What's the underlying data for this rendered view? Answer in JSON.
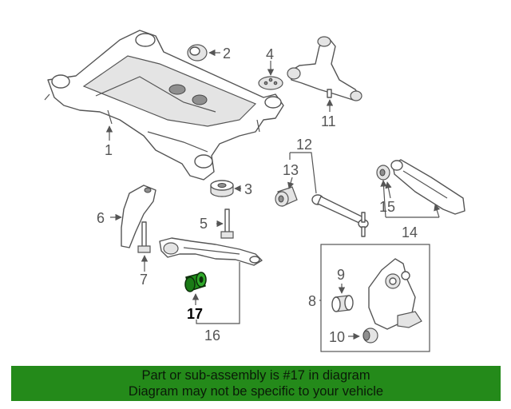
{
  "callouts": {
    "c1": "1",
    "c2": "2",
    "c3": "3",
    "c4": "4",
    "c5": "5",
    "c6": "6",
    "c7": "7",
    "c8": "8",
    "c9": "9",
    "c10": "10",
    "c11": "11",
    "c12": "12",
    "c13": "13",
    "c14": "14",
    "c15": "15",
    "c16": "16",
    "c17": "17"
  },
  "highlight": {
    "part": "17",
    "color": "#1f8f1a"
  },
  "banner": {
    "line1": "Part or sub-assembly is #17 in diagram",
    "line2": "Diagram may not be specific to your vehicle",
    "background": "#248a1a"
  }
}
